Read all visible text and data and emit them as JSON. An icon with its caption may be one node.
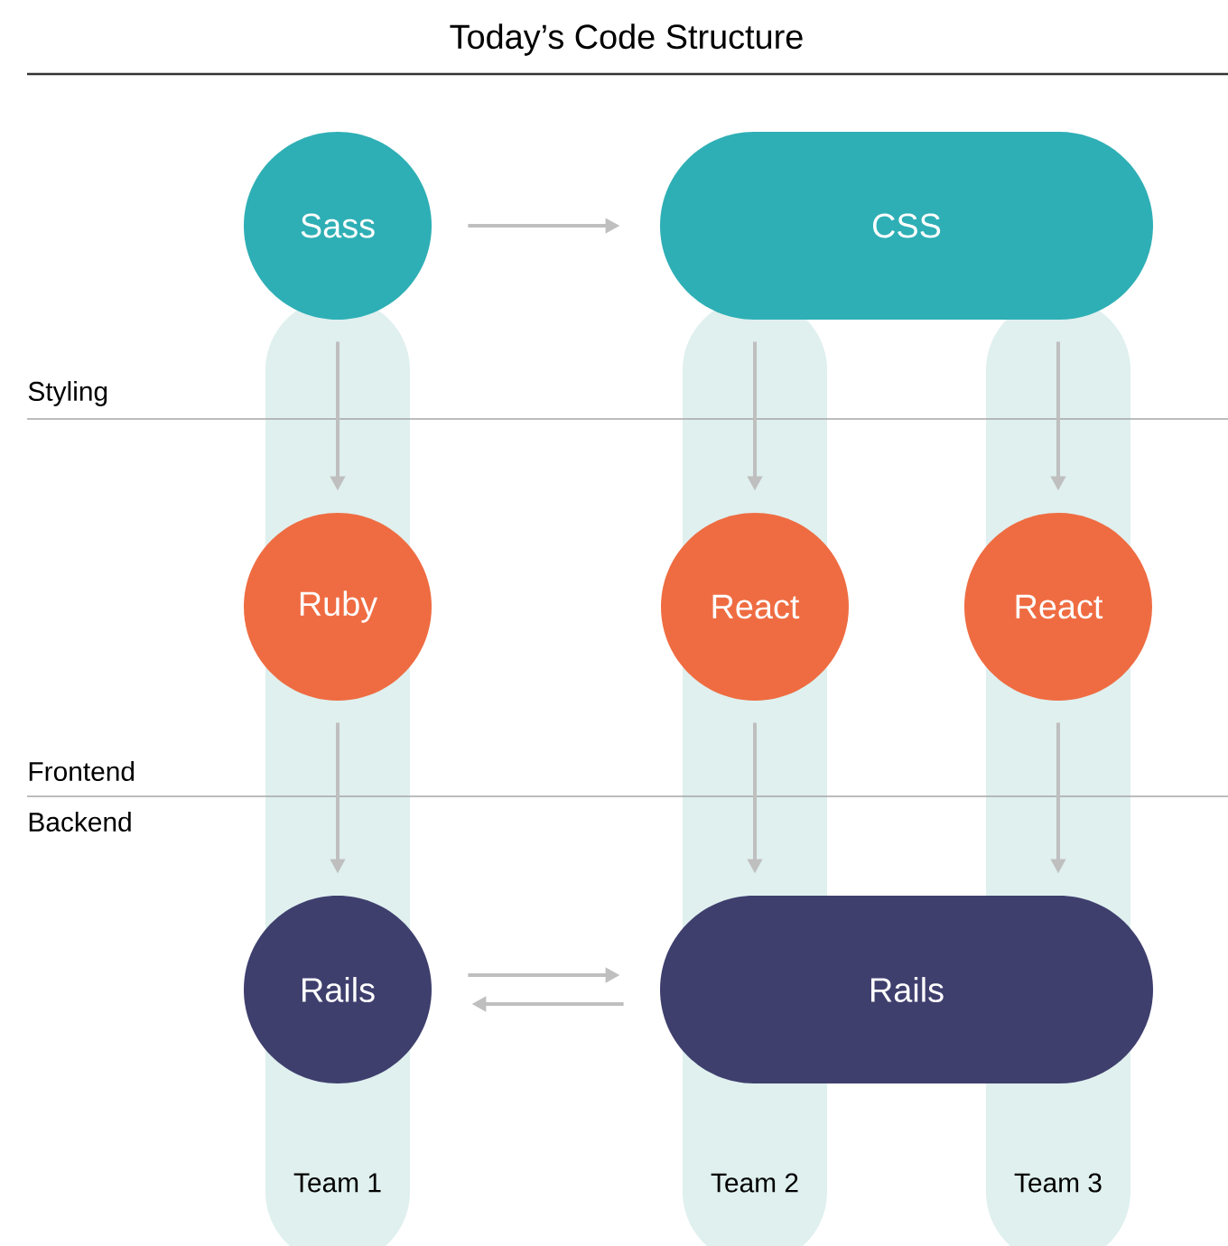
{
  "diagram": {
    "title": "Today’s Code Structure",
    "nodes": [
      {
        "text": [
          "Sass"
        ]
      },
      {
        "text": [
          "CSS"
        ]
      },
      {
        "text": [
          "Ruby"
        ]
      },
      {
        "text": [
          "React"
        ]
      },
      {
        "text": [
          "React"
        ]
      },
      {
        "text": [
          "Rails"
        ]
      },
      {
        "text": [
          "Rails"
        ]
      }
    ],
    "edges": [
      {
        "from": 0,
        "to": 1,
        "arrow": "to"
      },
      {
        "from": 0,
        "to": 2,
        "arrow": "to"
      },
      {
        "from": 1,
        "to": 3,
        "arrow": "to"
      },
      {
        "from": 1,
        "to": 4,
        "arrow": "to"
      },
      {
        "from": 2,
        "to": 5,
        "arrow": "to"
      },
      {
        "from": 3,
        "to": 6,
        "arrow": "to"
      },
      {
        "from": 4,
        "to": 6,
        "arrow": "to"
      },
      {
        "from": 5,
        "to": 6,
        "arrow": "to"
      },
      {
        "from": 6,
        "to": 5,
        "arrow": "to"
      }
    ],
    "labels": [
      "Styling",
      "Frontend",
      "Backend",
      "Team 1",
      "Team 2",
      "Team 3"
    ]
  }
}
